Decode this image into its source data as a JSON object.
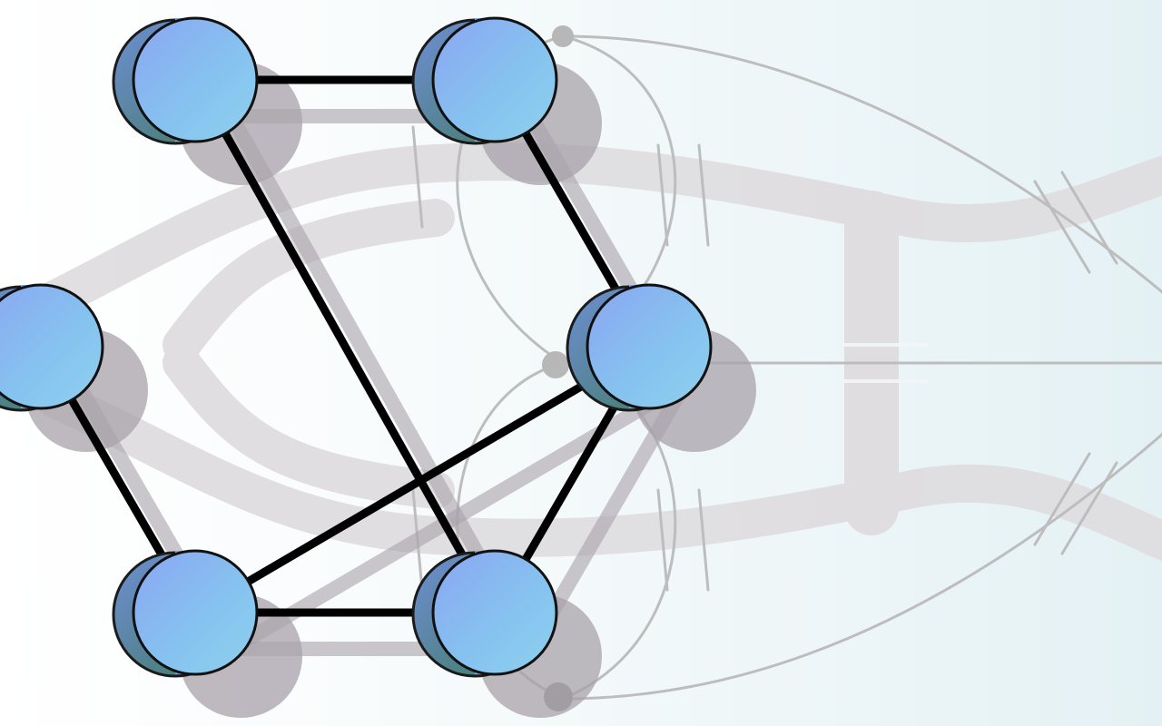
{
  "diagram": {
    "nodes": [
      {
        "id": "n1"
      },
      {
        "id": "n2"
      },
      {
        "id": "n3"
      },
      {
        "id": "n4"
      },
      {
        "id": "n5"
      },
      {
        "id": "n6"
      }
    ],
    "edges": [
      {
        "from": "n1",
        "to": "n2"
      },
      {
        "from": "n1",
        "to": "n6"
      },
      {
        "from": "n2",
        "to": "n4"
      },
      {
        "from": "n3",
        "to": "n5"
      },
      {
        "from": "n5",
        "to": "n6"
      },
      {
        "from": "n5",
        "to": "n4"
      },
      {
        "from": "n6",
        "to": "n4"
      }
    ],
    "colors": {
      "node_fill_light": "#8fd0ee",
      "node_fill_dark": "#8aa6f2",
      "node_rim": "#4a7d6e",
      "edge": "#000000",
      "shadow": "#a8a2aa",
      "background_tint": "#e4f1f4",
      "circuit_line": "#bdbdbd",
      "circuit_band": "#d9d7d9"
    }
  }
}
